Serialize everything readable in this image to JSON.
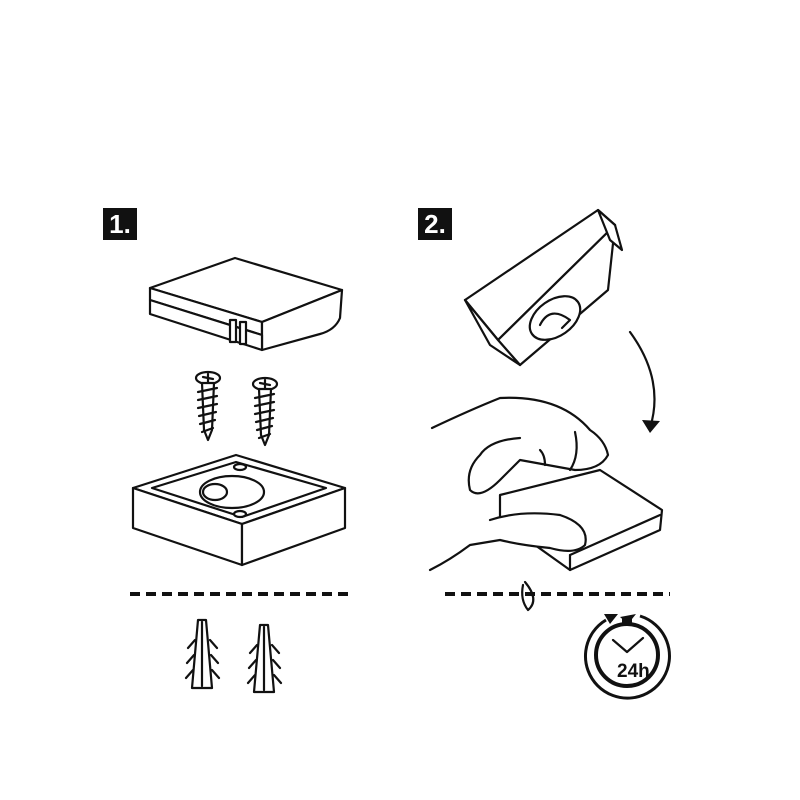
{
  "steps": [
    {
      "label": "1."
    },
    {
      "label": "2."
    }
  ],
  "timer": {
    "label": "24h"
  },
  "colors": {
    "ink": "#111111",
    "background": "#ffffff"
  }
}
